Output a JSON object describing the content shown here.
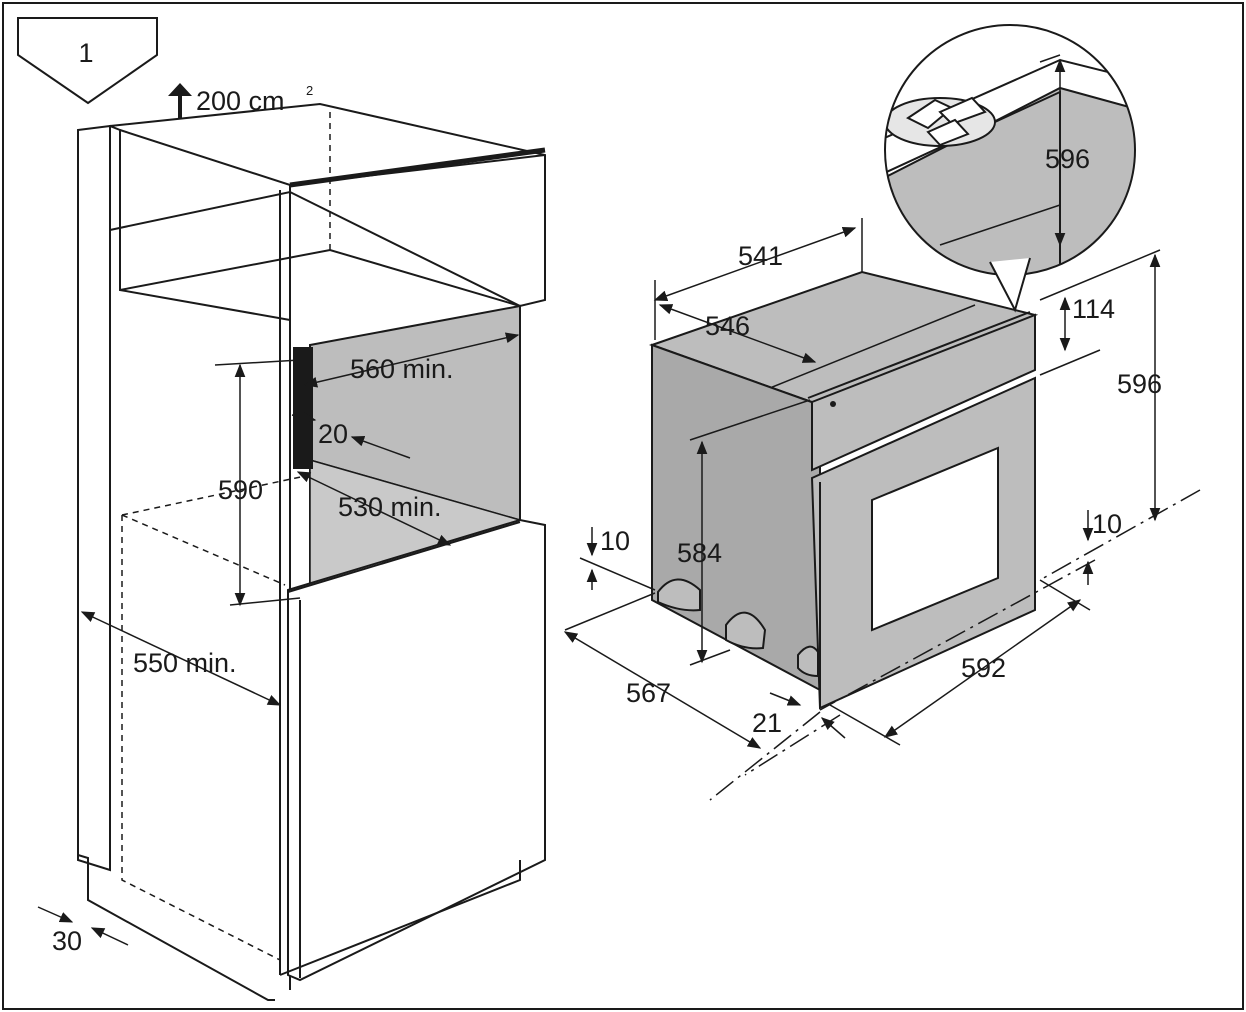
{
  "figure": {
    "badge_number": "1",
    "vent_area": "200 cm",
    "vent_area_superscript": "2"
  },
  "cabinet_dimensions": {
    "depth_min": "560 min.",
    "gap": "20",
    "height": "590",
    "width_min": "530 min.",
    "side_depth_min": "550 min.",
    "plinth": "30"
  },
  "oven_dimensions": {
    "top_depth": "541",
    "depth": "546",
    "panel_height": "114",
    "total_height_detail": "596",
    "total_height": "596",
    "bottom_gap_left": "10",
    "body_height": "584",
    "bottom_gap_right": "10",
    "overall_depth": "567",
    "door_thickness": "21",
    "width": "592"
  },
  "colors": {
    "ink": "#1a1a1a",
    "shade": "#bdbdbd",
    "panel_dark": "#1a1a1a",
    "paper": "#ffffff"
  }
}
